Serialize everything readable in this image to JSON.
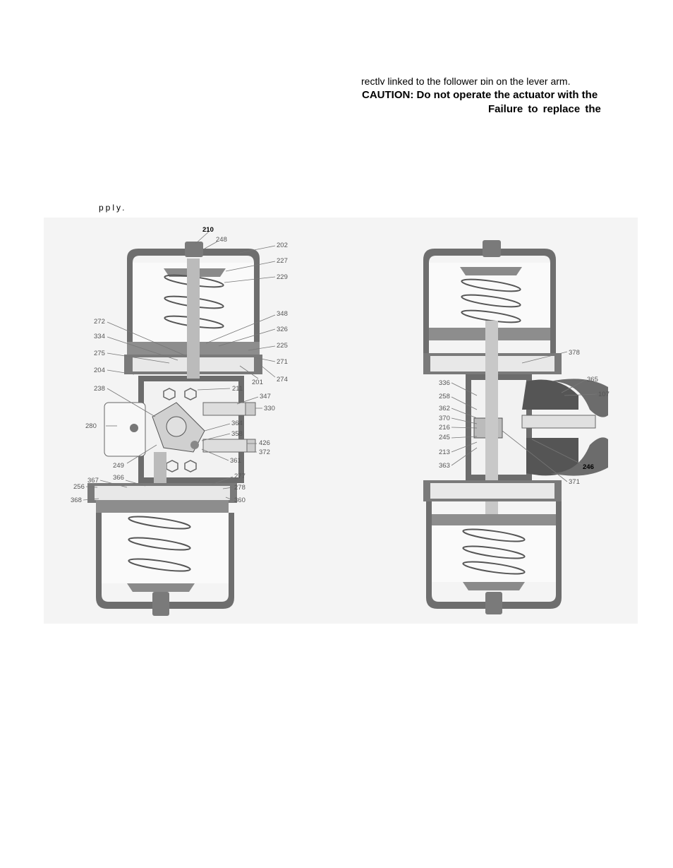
{
  "text": {
    "cut_line": "rectly linked to the follower pin on the lever arm.",
    "caution": "CAUTION:  Do not operate the actuator with the",
    "failure": "Failure  to  replace  the",
    "stray": "pply."
  },
  "left_view": {
    "labels": [
      "210",
      "248",
      "202",
      "227",
      "229",
      "348",
      "326",
      "225",
      "271",
      "274",
      "201",
      "211",
      "347",
      "330",
      "364",
      "358",
      "426",
      "372",
      "361",
      "277",
      "278",
      "360",
      "272",
      "334",
      "275",
      "204",
      "238",
      "280",
      "249",
      "366",
      "367",
      "256",
      "368"
    ]
  },
  "right_view": {
    "labels": [
      "378",
      "365",
      "107",
      "336",
      "258",
      "362",
      "370",
      "216",
      "245",
      "213",
      "363",
      "246",
      "371"
    ]
  }
}
